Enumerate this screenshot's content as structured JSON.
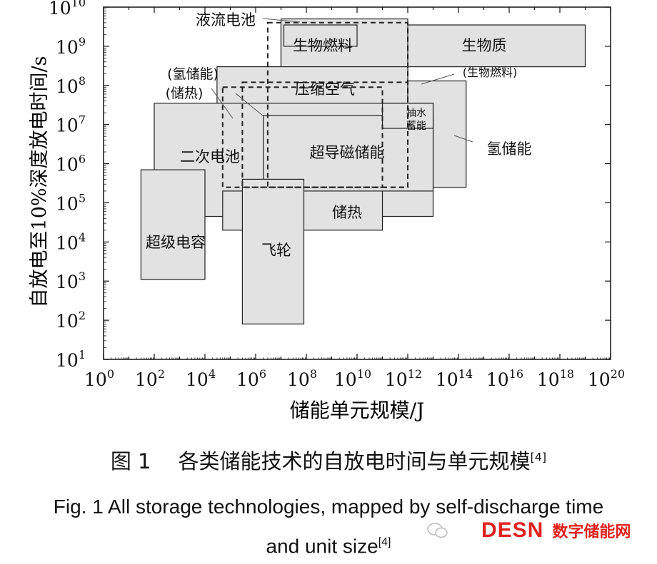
{
  "chart_data": {
    "type": "area",
    "xlabel": "储能单元规模/J",
    "ylabel": "自放电至10%深度放电时间/s",
    "x_scale": "log",
    "y_scale": "log",
    "xlim": [
      1,
      1e+20
    ],
    "ylim": [
      10,
      10000000000.0
    ],
    "x_ticks": [
      "10^0",
      "10^2",
      "10^4",
      "10^6",
      "10^8",
      "10^10",
      "10^12",
      "10^14",
      "10^16",
      "10^18",
      "10^20"
    ],
    "y_ticks": [
      "10^1",
      "10^2",
      "10^3",
      "10^4",
      "10^5",
      "10^6",
      "10^7",
      "10^8",
      "10^9",
      "10^10"
    ],
    "grid": false,
    "regions": [
      {
        "name": "生物质",
        "x": [
          10000000.0,
          1e+19
        ],
        "y": [
          300000000.0,
          3500000000.0
        ],
        "style": "filled"
      },
      {
        "name": "液流电池",
        "x": [
          10000000.0,
          1000000000000.0
        ],
        "y": [
          100000000.0,
          5000000000.0
        ],
        "style": "filled"
      },
      {
        "name": "生物燃料",
        "x": [
          13000000.0,
          10000000000.0
        ],
        "y": [
          1000000000.0,
          3500000000.0
        ],
        "style": "filled"
      },
      {
        "name": "压缩空气",
        "x": [
          30000.0,
          1000000000000.0
        ],
        "y": [
          16000000.0,
          300000000.0
        ],
        "style": "filled"
      },
      {
        "name": "氢储能",
        "x": [
          1000000000000.0,
          200000000000000.0
        ],
        "y": [
          250000.0,
          130000000.0
        ],
        "style": "filled"
      },
      {
        "name": "二次电池",
        "x": [
          100.0,
          10000000000000.0
        ],
        "y": [
          45000.0,
          35000000.0
        ],
        "style": "filled"
      },
      {
        "name": "储热",
        "x": [
          50000.0,
          100000000000.0
        ],
        "y": [
          20000.0,
          200000.0
        ],
        "style": "filled"
      },
      {
        "name": "超导磁储能",
        "x": [
          2000000.0,
          10000000000000.0
        ],
        "y": [
          200000.0,
          17000000.0
        ],
        "style": "filled"
      },
      {
        "name": "抽水蓄能",
        "x": [
          100000000000.0,
          10000000000000.0
        ],
        "y": [
          8000000.0,
          35000000.0
        ],
        "style": "filled"
      },
      {
        "name": "超级电容",
        "x": [
          30.0,
          10000.0
        ],
        "y": [
          1100.0,
          700000.0
        ],
        "style": "filled"
      },
      {
        "name": "飞轮",
        "x": [
          300000.0,
          80000000.0
        ],
        "y": [
          80,
          400000.0
        ],
        "style": "filled"
      },
      {
        "name": "(氢储能)",
        "x": [
          50000.0,
          100000000000.0
        ],
        "y": [
          250000.0,
          90000000.0
        ],
        "style": "dashed"
      },
      {
        "name": "(储热)",
        "x": [
          300000.0,
          1000000000000.0
        ],
        "y": [
          250000.0,
          120000000.0
        ],
        "style": "dashed"
      },
      {
        "name": "(生物燃料)",
        "x": [
          3000000.0,
          1000000000000.0
        ],
        "y": [
          250000.0,
          4000000000.0
        ],
        "style": "dashed"
      }
    ]
  },
  "labels": {
    "flow_battery": "液流电池",
    "biofuel": "生物燃料",
    "biomass": "生物质",
    "h2_paren": "(氢储能)",
    "heat_paren": "(储热)",
    "compressed_air": "压缩空气",
    "biofuel_paren": "(生物燃料)",
    "pumped_1": "抽水",
    "pumped_2": "蓄能",
    "hydrogen": "氢储能",
    "secondary_battery": "二次电池",
    "smes": "超导磁储能",
    "heat": "储热",
    "supercap": "超级电容",
    "flywheel": "飞轮"
  },
  "caption": {
    "cn_num": "图 1",
    "cn_text": "各类储能技术的自放电时间与单元规模",
    "cn_ref": "[4]",
    "en_line1": "Fig. 1    All storage technologies, mapped by self-discharge time",
    "en_line2": "and unit size",
    "en_ref": "[4]"
  },
  "watermark": {
    "brand": "DESN",
    "site": "数字储能网"
  }
}
